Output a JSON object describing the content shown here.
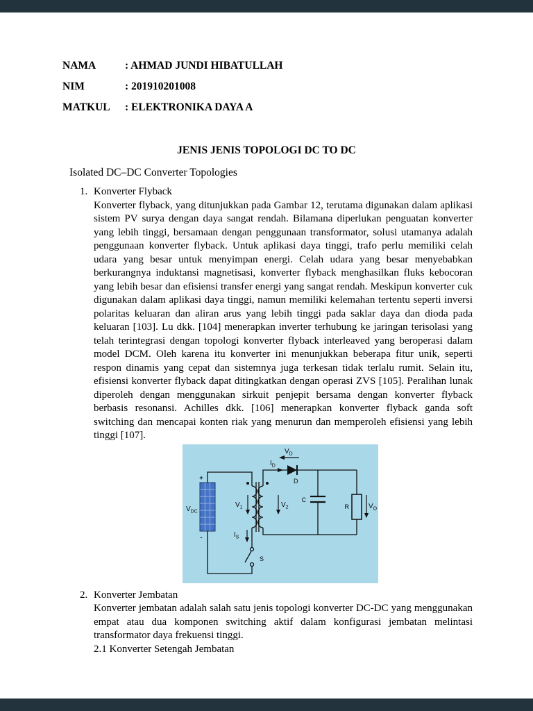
{
  "title": "JENIS JENIS TOPOLOGI DC TO DC",
  "subtitle": "Isolated DC–DC Converter Topologies",
  "header": {
    "rows": [
      {
        "label": "NAMA",
        "value": ": AHMAD JUNDI HIBATULLAH"
      },
      {
        "label": "NIM",
        "value": ": 201910201008"
      },
      {
        "label": "MATKUL",
        "value": ": ELEKTRONIKA DAYA A"
      }
    ]
  },
  "sections": [
    {
      "number": "1.",
      "heading": "Konverter Flyback",
      "body": "Konverter flyback, yang ditunjukkan pada Gambar 12, terutama digunakan dalam aplikasi sistem PV surya dengan daya sangat rendah. Bilamana diperlukan penguatan konverter yang lebih tinggi, bersamaan dengan penggunaan transformator, solusi utamanya adalah penggunaan konverter flyback. Untuk aplikasi daya tinggi, trafo perlu memiliki celah udara yang besar untuk menyimpan energi. Celah udara yang besar menyebabkan berkurangnya induktansi magnetisasi, konverter flyback menghasilkan fluks kebocoran yang lebih besar dan efisiensi transfer energi yang sangat rendah. Meskipun konverter cuk digunakan dalam aplikasi daya tinggi, namun memiliki kelemahan tertentu seperti inversi polaritas keluaran dan aliran arus yang lebih tinggi pada saklar daya dan dioda pada keluaran [103]. Lu dkk. [104] menerapkan inverter terhubung ke jaringan terisolasi yang telah terintegrasi dengan topologi konverter flyback interleaved yang beroperasi dalam model DCM. Oleh karena itu konverter ini menunjukkan beberapa fitur unik, seperti respon dinamis yang cepat dan sistemnya juga terkesan tidak terlalu rumit. Selain itu, efisiensi konverter flyback dapat ditingkatkan dengan operasi ZVS [105]. Peralihan lunak diperoleh dengan menggunakan sirkuit penjepit bersama dengan konverter flyback berbasis resonansi. Achilles dkk. [106] menerapkan konverter flyback ganda soft switching dan mencapai konten riak yang menurun dan memperoleh efisiensi yang lebih tinggi [107]."
    },
    {
      "number": "2.",
      "heading": "Konverter Jembatan",
      "body": "Konverter jembatan adalah salah satu jenis topologi konverter DC-DC yang menggunakan empat atau dua komponen switching aktif dalam konfigurasi jembatan melintasi transformator daya frekuensi tinggi.",
      "subheading": "2.1 Konverter Setengah Jembatan"
    }
  ],
  "figure": {
    "labels": {
      "vdc": {
        "main": "V",
        "sub": "DC"
      },
      "plus": "+",
      "minus": "-",
      "v1": {
        "main": "V",
        "sub": "1"
      },
      "v2": {
        "main": "V",
        "sub": "2"
      },
      "is": {
        "main": "I",
        "sub": "S"
      },
      "s": "S",
      "id": {
        "main": "I",
        "sub": "D"
      },
      "vd": {
        "main": "V",
        "sub": "D"
      },
      "d": "D",
      "c": "C",
      "r": "R",
      "vo": {
        "main": "V",
        "sub": "O"
      }
    }
  },
  "colors": {
    "viewer_frame": "#22333d",
    "page_background": "#ffffff",
    "figure_background": "#a9d8e9",
    "pv_panel_blue": "#4472c4",
    "text": "#000000"
  }
}
